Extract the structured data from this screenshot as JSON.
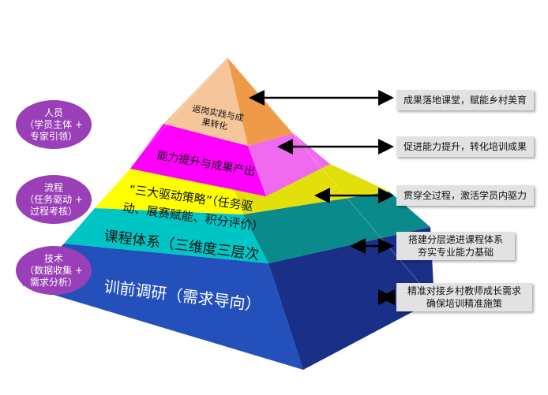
{
  "pyramid": {
    "colors": {
      "tier1": "#f6c69b",
      "tier1_side": "#ef9a48",
      "tier2": "#ff00ff",
      "tier2_side": "#f06af0",
      "tier3": "#ffff00",
      "tier3_side": "#e2df0a",
      "tier4": "#00c5c5",
      "tier4_side": "#0a8a8a",
      "tier5": "#2350ba",
      "tier5_side": "#1a2f87"
    },
    "tier1_label": [
      "返岗实践与成",
      "果转化"
    ],
    "tier2_label": "能力提升与成果产出",
    "tier3_label": [
      "“三大驱动策略”（任务驱",
      "动、展赛赋能、积分评价）"
    ],
    "tier4_label": "课程体系（三维度三层次",
    "tier5_label": "训前调研（需求导向）"
  },
  "left_ovals": [
    {
      "lines": [
        "人员",
        "（学员主体 +",
        "专家引领）"
      ]
    },
    {
      "lines": [
        "流程",
        "（任务驱动 +",
        "过程考核）"
      ]
    },
    {
      "lines": [
        "技术",
        "（数据收集 +",
        "需求分析）"
      ]
    }
  ],
  "right_boxes": [
    {
      "lines": [
        "成果落地课堂，赋能乡村美育"
      ]
    },
    {
      "lines": [
        "促进能力提升，转化培训成果"
      ]
    },
    {
      "lines": [
        "贯穿全过程，激活学员内驱力"
      ]
    },
    {
      "lines": [
        "搭建分层递进课程体系",
        "夯实专业能力基础"
      ]
    },
    {
      "lines": [
        "精准对接乡村教师成长需求",
        "确保培训精准施策"
      ]
    }
  ],
  "oval_color": "#9a3fb8",
  "box_color": "#e2e2e2"
}
